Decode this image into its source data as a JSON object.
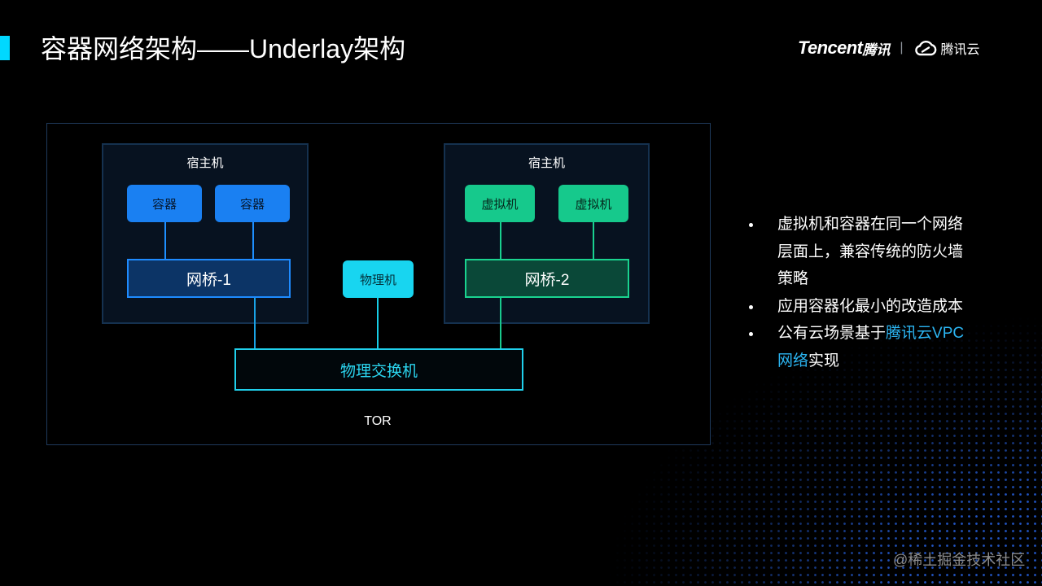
{
  "theme": {
    "accent": "#00d8ff",
    "highlight": "#2bb5f2",
    "container": "#1a80f2",
    "vm": "#16c98c",
    "pm": "#18d5f0",
    "switch": "#20d0ec"
  },
  "header": {
    "title": "容器网络架构——Underlay架构"
  },
  "logo": {
    "brand_en": "Tencent",
    "brand_cn": "腾讯",
    "separator": "|",
    "icon": "cloud-icon",
    "cloud_name": "腾讯云"
  },
  "diagram": {
    "host_left": {
      "label": "宿主机",
      "nodes": [
        "容器",
        "容器"
      ],
      "bridge": "网桥-1"
    },
    "host_right": {
      "label": "宿主机",
      "nodes": [
        "虚拟机",
        "虚拟机"
      ],
      "bridge": "网桥-2"
    },
    "physical_machine": "物理机",
    "switch": "物理交换机",
    "tor": "TOR"
  },
  "bullets": [
    {
      "text": "虚拟机和容器在同一个网络层面上，兼容传统的防火墙策略"
    },
    {
      "text": "应用容器化最小的改造成本"
    },
    {
      "prefix": "公有云场景基于",
      "highlight": "腾讯云VPC网络",
      "suffix": "实现"
    }
  ],
  "watermark": "@稀土掘金技术社区"
}
